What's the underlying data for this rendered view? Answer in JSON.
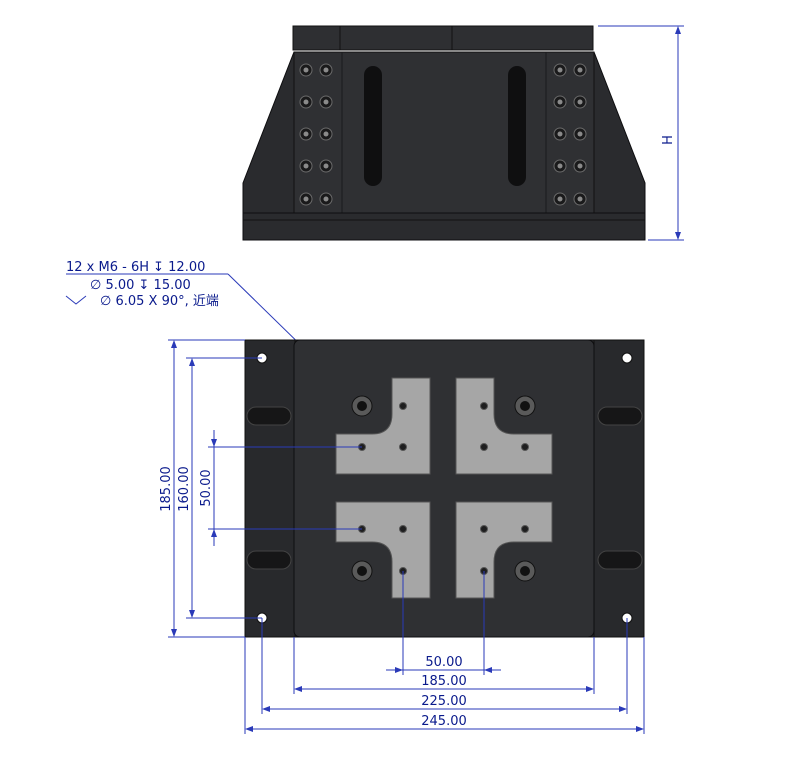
{
  "front_view": {
    "height_label": "H"
  },
  "callout": {
    "line1": "12 x  M6 - 6H ↧ 12.00",
    "line2": "∅ 5.00 ↧ 15.00",
    "line3": "∅ 6.05 X 90°, 近端"
  },
  "dimensions": {
    "v_185": "185.00",
    "v_160": "160.00",
    "v_50": "50.00",
    "h_50": "50.00",
    "h_185": "185.00",
    "h_225": "225.00",
    "h_245": "245.00"
  },
  "colors": {
    "body": "#2b2c2f",
    "body_dark": "#1c1d1f",
    "plate": "#a6a6a6",
    "dimension": "#1a2cc4"
  }
}
